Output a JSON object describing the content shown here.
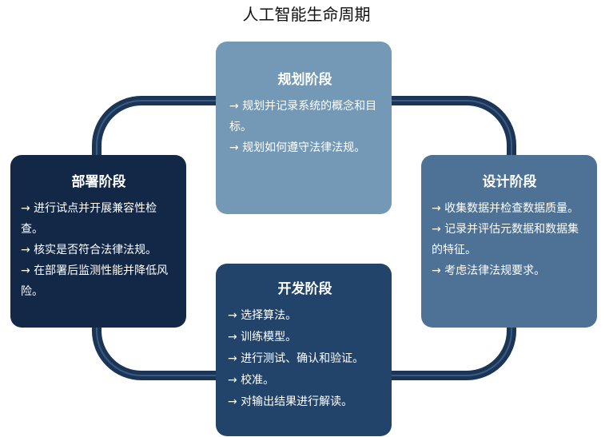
{
  "title": "人工智能生命周期",
  "colors": {
    "plan": "#7399b6",
    "design": "#4e7296",
    "develop": "#23446a",
    "deploy": "#132847",
    "connector": "#1a3557",
    "connector_highlight": "#5b7fa6"
  },
  "stages": {
    "plan": {
      "title": "规划阶段",
      "bullets": [
        "→ 规划并记录系统的概念和目标。",
        "→ 规划如何遵守法律法规。"
      ]
    },
    "design": {
      "title": "设计阶段",
      "bullets": [
        "→ 收集数据并检查数据质量。",
        "→ 记录并评估元数据和数据集的特征。",
        "→ 考虑法律法规要求。"
      ]
    },
    "develop": {
      "title": "开发阶段",
      "bullets": [
        "→ 选择算法。",
        "→ 训练模型。",
        "→ 进行测试、确认和验证。",
        "→ 校准。",
        "→ 对输出结果进行解读。"
      ]
    },
    "deploy": {
      "title": "部署阶段",
      "bullets": [
        "→ 进行试点并开展兼容性检查。",
        "→ 核实是否符合法律法规。",
        "→ 在部署后监测性能并降低风险。"
      ]
    }
  }
}
